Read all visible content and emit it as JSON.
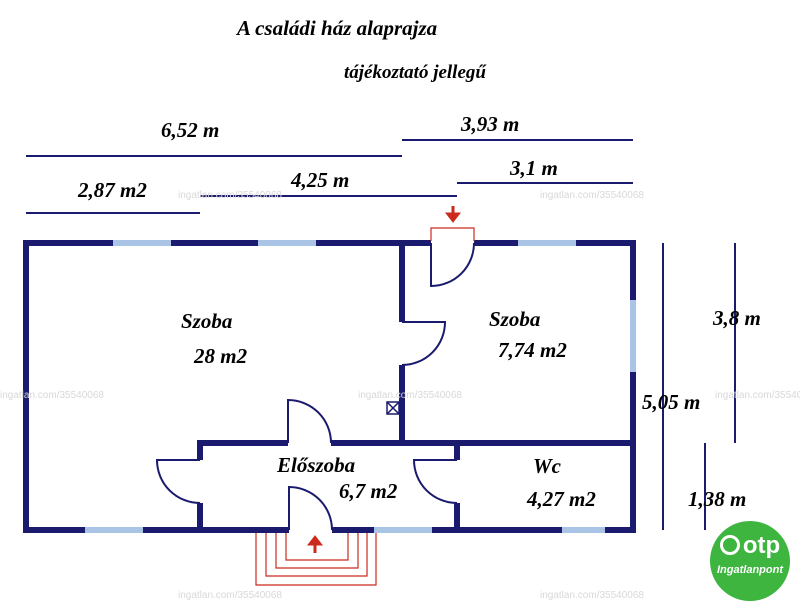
{
  "title": "A családi ház alaprajza",
  "subtitle": "tájékoztató jellegű",
  "dimensions": {
    "width_total": "6,52 m",
    "width_right": "3,93 m",
    "width_left_small": "2,87 m2",
    "width_middle": "4,25 m",
    "width_right_small": "3,1 m",
    "height_upper": "3,8 m",
    "height_total": "5,05 m",
    "height_lower": "1,38 m"
  },
  "rooms": {
    "room_large": {
      "name": "Szoba",
      "area": "28 m2"
    },
    "room_small": {
      "name": "Szoba",
      "area": "7,74 m2"
    },
    "hall": {
      "name": "Előszoba",
      "area": "6,7 m2"
    },
    "wc": {
      "name": "Wc",
      "area": "4,27 m2"
    }
  },
  "watermark": "ingatlan.com/35540068",
  "logo": {
    "brand": "otp",
    "sub": "Ingatlanpont"
  },
  "colors": {
    "wall": "#1a1a6e",
    "window": "#a9c4e4",
    "door_arrow": "#cc2a1e",
    "logo_green": "#3db53f"
  }
}
